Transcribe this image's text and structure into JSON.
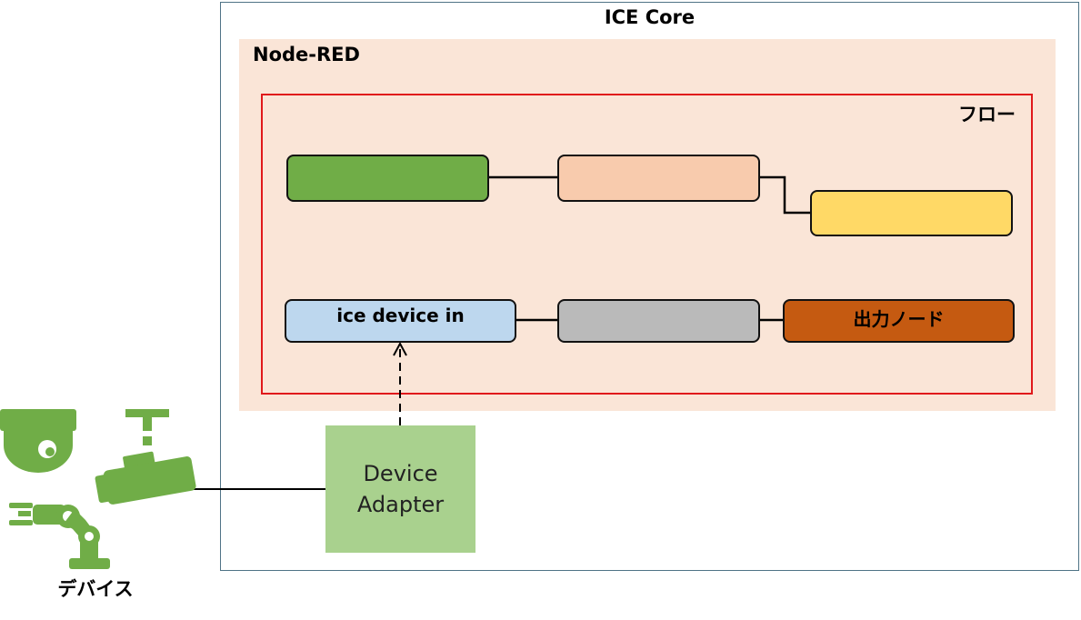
{
  "ice_core": {
    "title": "ICE Core"
  },
  "node_red": {
    "title": "Node-RED"
  },
  "flow": {
    "title": "フロー",
    "nodes": [
      {
        "id": "node-1",
        "label": "",
        "color": "#70ad47"
      },
      {
        "id": "node-2",
        "label": "",
        "color": "#f8cbad"
      },
      {
        "id": "node-3",
        "label": "",
        "color": "#ffd966"
      },
      {
        "id": "ice-device-in",
        "label": "ice device in",
        "color": "#bdd7ee"
      },
      {
        "id": "node-5",
        "label": "",
        "color": "#bababa"
      },
      {
        "id": "output-node",
        "label": "出力ノード",
        "color": "#c55a11"
      }
    ]
  },
  "device_adapter": {
    "line1": "Device",
    "line2": "Adapter",
    "color": "#a9d18e"
  },
  "devices": {
    "label": "デバイス",
    "icon_color": "#70ad47"
  },
  "colors": {
    "ice_core_border": "#4f7386",
    "node_red_bg": "#fae5d7",
    "flow_border": "#e0191b"
  }
}
